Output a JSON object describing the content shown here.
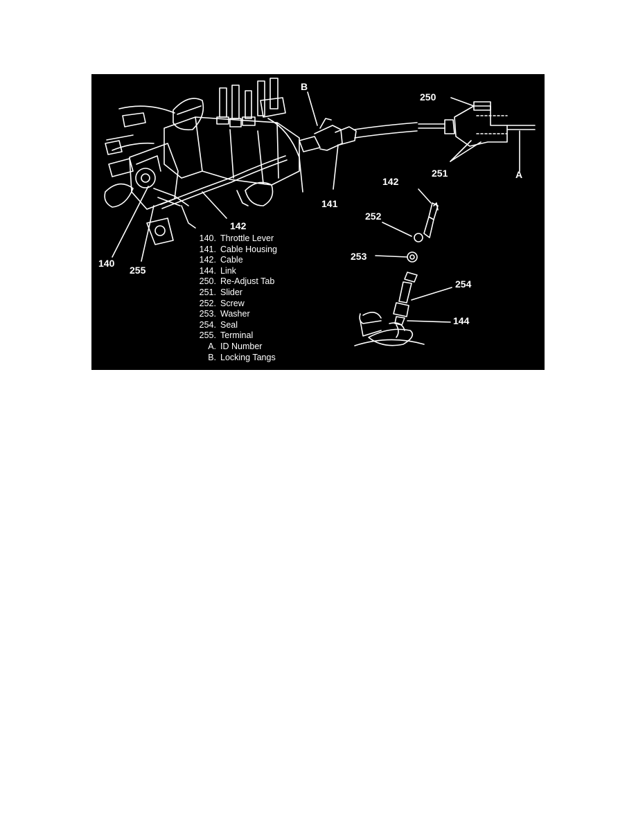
{
  "figure": {
    "callouts": {
      "b": "B",
      "c250": "250",
      "c251": "251",
      "a": "A",
      "c141": "141",
      "c142_top": "142",
      "c252": "252",
      "c253": "253",
      "c254": "254",
      "c144": "144",
      "c142_mid": "142",
      "c140": "140",
      "c255": "255"
    },
    "legend": [
      {
        "key": "140.",
        "label": "Throttle Lever"
      },
      {
        "key": "141.",
        "label": "Cable Housing"
      },
      {
        "key": "142.",
        "label": "Cable"
      },
      {
        "key": "144.",
        "label": "Link"
      },
      {
        "key": "250.",
        "label": "Re-Adjust Tab"
      },
      {
        "key": "251.",
        "label": "Slider"
      },
      {
        "key": "252.",
        "label": "Screw"
      },
      {
        "key": "253.",
        "label": "Washer"
      },
      {
        "key": "254.",
        "label": "Seal"
      },
      {
        "key": "255.",
        "label": "Terminal"
      },
      {
        "key": "A.",
        "label": "ID Number"
      },
      {
        "key": "B.",
        "label": "Locking Tangs"
      }
    ],
    "colors": {
      "background": "#000000",
      "linework": "#ffffff"
    }
  }
}
